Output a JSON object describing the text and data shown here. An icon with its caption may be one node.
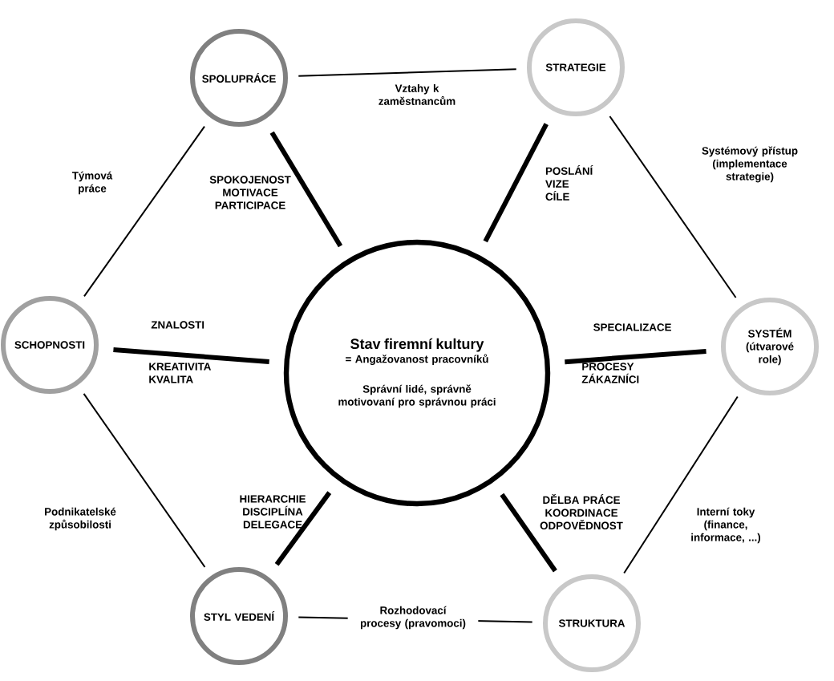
{
  "diagram": {
    "nodes": [
      {
        "text": [
          "SPOLUPRÁCE"
        ]
      },
      {
        "text": [
          "STRATEGIE"
        ]
      },
      {
        "text": [
          "SCHOPNOSTI"
        ]
      },
      {
        "text": [
          "Stav firemní kultury",
          "= Angažovanost pracovníků",
          "Správní lidé, správně motivovaní pro správnou práci"
        ]
      },
      {
        "text": [
          "SYSTÉM (útvarové role)"
        ]
      },
      {
        "text": [
          "STYL VEDENÍ"
        ]
      },
      {
        "text": [
          "STRUKTURA"
        ]
      }
    ],
    "edges": [
      {
        "from": 0,
        "to": 1,
        "arrow": "none",
        "label": "Vztahy k zaměstnancům"
      },
      {
        "from": 1,
        "to": 4,
        "arrow": "none",
        "label": "Systémový přístup (implementace strategie)"
      },
      {
        "from": 4,
        "to": 6,
        "arrow": "none",
        "label": "Interní toky (finance, informace, ...)"
      },
      {
        "from": 6,
        "to": 5,
        "arrow": "none",
        "label": "Rozhodovací procesy (pravomoci)"
      },
      {
        "from": 5,
        "to": 2,
        "arrow": "none",
        "label": "Podnikatelské způsobilosti"
      },
      {
        "from": 2,
        "to": 0,
        "arrow": "none",
        "label": "Týmová práce"
      },
      {
        "from": 3,
        "to": 0,
        "arrow": "none",
        "style": "thick"
      },
      {
        "from": 3,
        "to": 1,
        "arrow": "none",
        "style": "thick"
      },
      {
        "from": 3,
        "to": 2,
        "arrow": "none",
        "style": "thick"
      },
      {
        "from": 3,
        "to": 4,
        "arrow": "none",
        "style": "thick"
      },
      {
        "from": 3,
        "to": 5,
        "arrow": "none",
        "style": "thick"
      },
      {
        "from": 3,
        "to": 6,
        "arrow": "none",
        "style": "thick"
      }
    ],
    "labels": [
      "SPOKOJENOST MOTIVACE PARTICIPACE",
      "POSLÁNÍ VIZE CÍLE",
      "ZNALOSTI",
      "KREATIVITA KVALITA",
      "SPECIALIZACE",
      "PROCESY ZÁKAZNÍCI",
      "HIERARCHIE DISCIPLÍNA DELEGACE",
      "DĚLBA PRÁCE KOORDINACE ODPOVĚDNOST"
    ]
  }
}
